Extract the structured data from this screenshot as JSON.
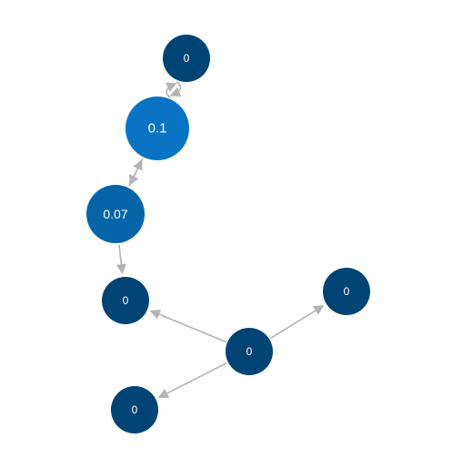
{
  "graph": {
    "colors": {
      "node_dark": "#004475",
      "node_mid": "#0565a8",
      "node_bright": "#0a74c4",
      "edge": "#b3b3b3",
      "label": "#ffffff",
      "background": "#ffffff"
    },
    "nodes": [
      {
        "id": "n1",
        "label": "0"
      },
      {
        "id": "n2",
        "label": "0.1"
      },
      {
        "id": "n3",
        "label": "0.07"
      },
      {
        "id": "n4",
        "label": "0"
      },
      {
        "id": "n5",
        "label": "0"
      },
      {
        "id": "n6",
        "label": "0"
      },
      {
        "id": "n7",
        "label": "0"
      }
    ],
    "edges": [
      {
        "from": "n2",
        "to": "n1"
      },
      {
        "from": "n1",
        "to": "n2"
      },
      {
        "from": "n2",
        "to": "n3"
      },
      {
        "from": "n3",
        "to": "n2"
      },
      {
        "from": "n3",
        "to": "n4"
      },
      {
        "from": "n6",
        "to": "n4"
      },
      {
        "from": "n6",
        "to": "n5"
      },
      {
        "from": "n6",
        "to": "n7"
      }
    ]
  }
}
